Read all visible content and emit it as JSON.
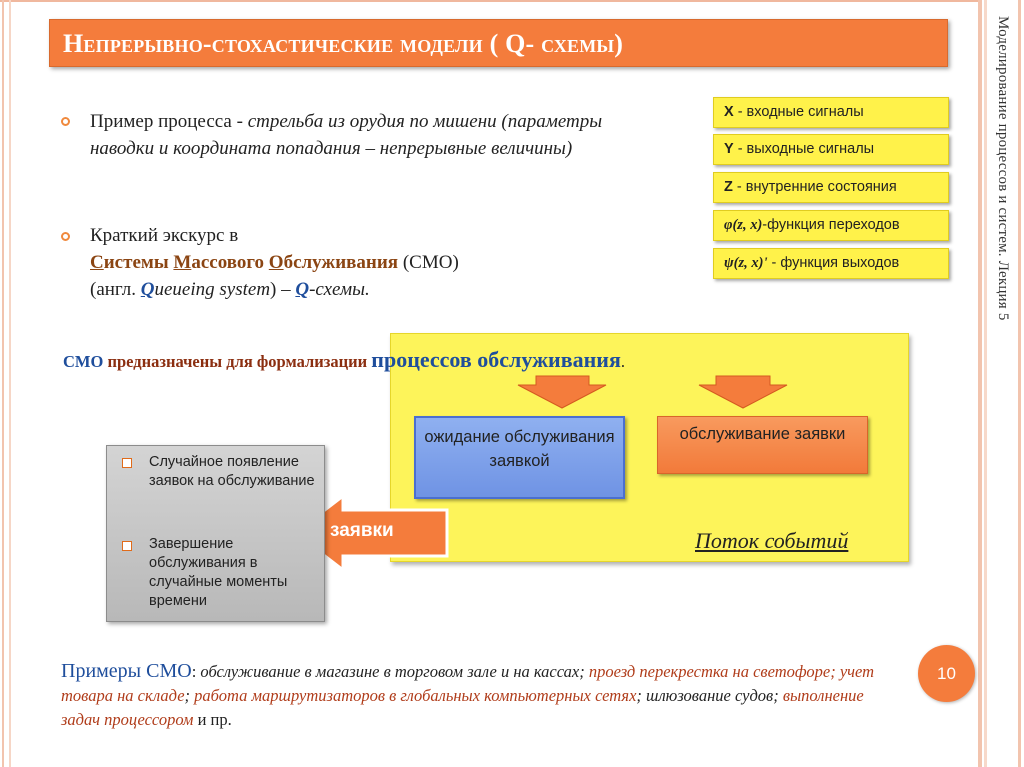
{
  "sidebar": {
    "vertical_title": "Моделирование процессов и систем. Лекция 5"
  },
  "title": "Непрерывно-стохастические модели ( Q- схемы)",
  "bullets": {
    "b1": {
      "part1": "Пример процесса - ",
      "part2": "стрельба из орудия по мишени (параметры наводки и координата попадания – непрерывные величины)"
    },
    "b2": {
      "part1": "Краткий экскурс в",
      "s": "С",
      "istemy": "истемы ",
      "m": "М",
      "assovogo": "ассового ",
      "o": "О",
      "bsluzh": "бслуживания",
      "smo_paren": " (СМО)",
      "angl": "(англ. ",
      "q1": "Q",
      "queueing": "ueueing system",
      "paren_close": ") – ",
      "q2": "Q",
      "schemes": "-схемы."
    }
  },
  "legend": [
    {
      "symbol": "X",
      "text": " - входные сигналы"
    },
    {
      "symbol": "Y",
      "text": " - выходные сигналы"
    },
    {
      "symbol": "Z",
      "text": " - внутренние состояния"
    },
    {
      "symbol": "φ(z, x)",
      "text": "-функция переходов"
    },
    {
      "symbol": "ψ(z, x)'",
      "text": " - функция выходов"
    }
  ],
  "smo_line": {
    "lead": "СМО",
    "mid": " предназначены для формализации ",
    "big": "процессов обслуживания",
    "end": "."
  },
  "boxes": {
    "waiting": "ожидание обслуживания заявкой",
    "service": "обслуживание заявки",
    "flow": "Поток событий",
    "arrow_label": "заявки"
  },
  "grey_box": {
    "item1": "Случайное появление заявок на обслуживание",
    "item2": "Завершение обслуживания в случайные моменты времени"
  },
  "examples": {
    "head": "Примеры СМО",
    "colon": ": ",
    "e1": "обслуживание в магазине в торговом зале и на кассах; ",
    "e2": "проезд перекрестка на светофоре; ",
    "e3": "учет товара на складе",
    "sep": "; ",
    "e4": "работа маршрутизаторов в глобальных компьютерных сетях",
    "sep2": "; ",
    "e5": "шлюзование судов",
    "sep3": "; ",
    "e6": "выполнение задач процессором",
    "tail": " и пр."
  },
  "page_number": "10",
  "colors": {
    "accent": "#f47c3c",
    "yellow": "#fdf45a",
    "blue": "#1f4e9c",
    "brown": "#8b2e10"
  }
}
